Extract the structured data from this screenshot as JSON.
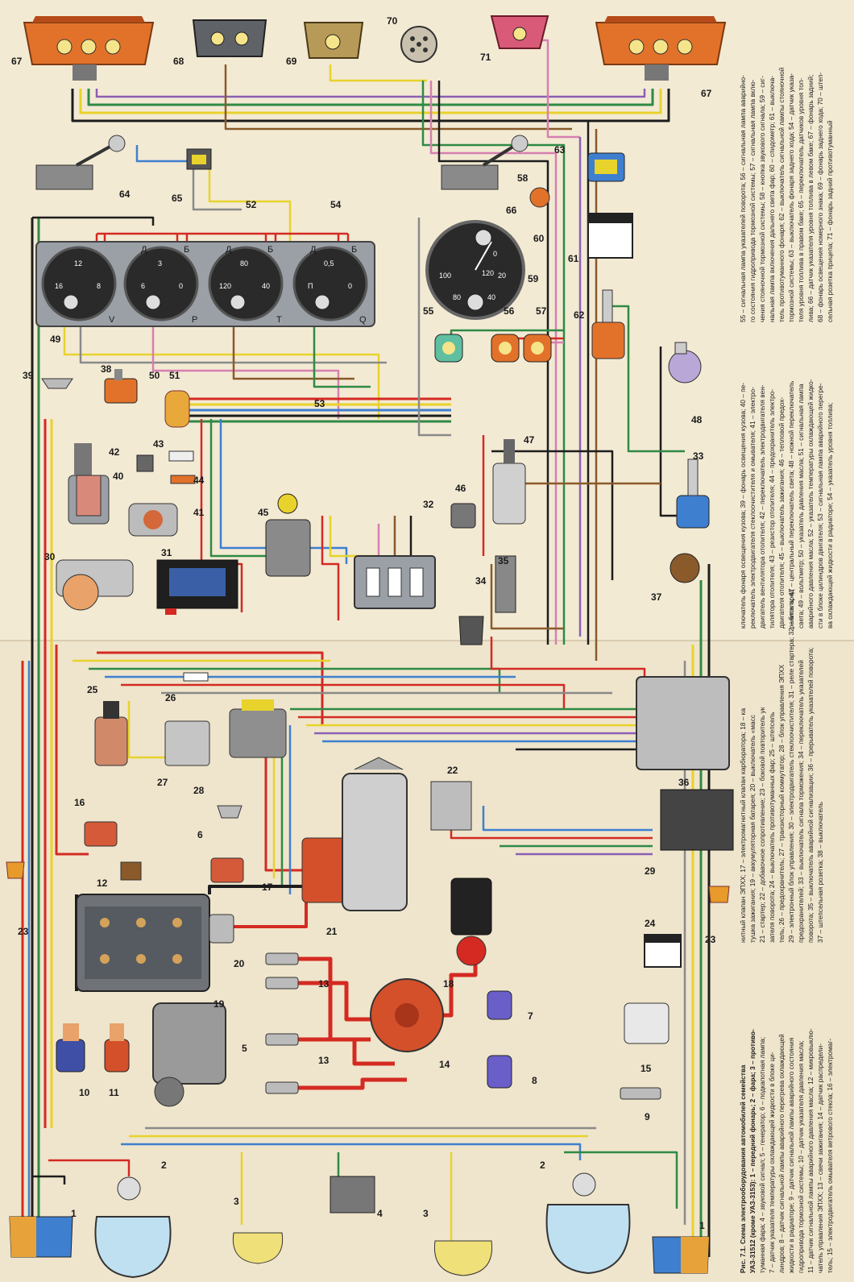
{
  "caption": {
    "line1": "Рис. 7.1. Схема электрооборудования автомобилей семейства",
    "line2": "УАЗ-31512 (кроме УАЗ-3153): 1 – передний фонарь; 2 – фара; 3 – противо-",
    "line3": "туманная фара; 4 – звуковой сигнал; 5 – генератор; 6 – подкапотная лампа;",
    "line4": "7 – датчик указателя температуры охлаждающей жидкости в блоке ци-",
    "line5": "линдров; 8 – датчик сигнальной лампы аварийного перегрева охлаждающей",
    "line6": "жидкости в радиаторе; 9 – датчик сигнальной лампы аварийного состояния",
    "line7": "гидропривода тормозной системы; 10 – датчик указателя давления масла;",
    "line8": "11 – датчик сигнальной лампы аварийного давления масла; 12 – микровыклю-",
    "line9": "чатель управления ЭПХХ; 13 – свечи зажигания; 14 – датчик распредели-",
    "line10": "тель; 15 – электродвигатель омывателя ветрового стекла; 16 – электромаг-",
    "right1": "нитный клапан ЭПХХ; 17 – электромагнитный клапан карбюратора; 18 – ка",
    "right2": "тушка зажигания; 19 – аккумуляторная батарея; 20 – выключатель «масс",
    "right3": "21 – стартер; 22 – добавочное сопротивление; 23 – боковой повторитель ук",
    "right4": "зателя поворота; 24 – выключатель противотуманных фар; 25 – штепсель",
    "right5": "тель; 26 – предохранитель; 27 – транзисторный коммутатор; 28 – блок управления ЭПХХ",
    "right6": "29 – электронный блок управления; 30 – электродвигатель стеклоочистителя; 31 – реле стартера; 32 – блок пред",
    "right7": "предохранителей; 33 – выключатель сигнала торможения; 34 – переключатель указателей",
    "right8": "поворота; 35 – выключатель аварийной сигнализации; 36 – прерыватель указателей поворота;",
    "right9": "37 – штепсельная розетка; 38 – выключатель",
    "top1": "55 – сигнальная лампа указателей поворота; 56 – сигнальная лампа аварийно-",
    "top2": "го состояния гидропривода тормозной системы; 57 – сигнальная лампа вклю-",
    "top3": "чения стояночной тормозной системы; 58 – кнопка звукового сигнала; 59 – сиг-",
    "top4": "нальная лампа включения дальнего света фар; 60 – спидометр; 61 – выключа-",
    "top5": "тель противотуманного фонаря; 62 – выключатель сигнальной лампы стояночной",
    "top6": "тормозной системы; 63 – выключатель фонаря заднего хода; 54 – датчик указа-",
    "top7": "теля уровня топлива в правом баке; 65 – переключатель датчиков уровня топ-",
    "top8": "лива; 66 – датчик указателя уровня топлива в левом баке; 67 – фонарь задний;",
    "top9": "68 – фонарь освещения номерного знака; 69 – фонарь заднего хода; 70 – штеп-",
    "top10": "сельная розетка прицепа; 71 – фонарь задний противотуманный",
    "mid1": "ключатель фонаря освещения кузова; 39 – фонарь освещения кузова; 40 – пе-",
    "mid2": "реключатель электродвигателя стеклоочистителя и омывателя; 41 – электро-",
    "mid3": "двигатель вентилятора отопителя; 42 – переключатель электродвигателя вен-",
    "mid4": "тилятора отопителя; 43 – резистор отопителя; 44 – предохранитель электро-",
    "mid5": "двигателя отопителя; 45 – выключатель зажигания; 46 – тепловой предох-",
    "mid6": "ранитель; 47 – центральный переключатель света; 48 – ножной переключатель",
    "mid7": "света; 49 – вольтметр; 50 – указатель давления масла; 51 – сигнальная лампа",
    "mid8": "аварийного давления масла; 52 – указатель температуры охлаждающей жидко-",
    "mid9": "сти в блоке цилиндров двигателя; 53 – сигнальная лампа аварийного перегре-",
    "mid10": "ва охлаждающей жидкости в радиаторе; 54 – указатель уровня топлива;"
  },
  "numbers": {
    "n1": "1",
    "n2": "2",
    "n3": "3",
    "n4": "4",
    "n5": "5",
    "n6": "6",
    "n7": "7",
    "n8": "8",
    "n9": "9",
    "n10": "10",
    "n11": "11",
    "n12": "12",
    "n13": "13",
    "n14": "14",
    "n15": "15",
    "n16": "16",
    "n17": "17",
    "n18": "18",
    "n19": "19",
    "n20": "20",
    "n21": "21",
    "n22": "22",
    "n23": "23",
    "n24": "24",
    "n25": "25",
    "n26": "26",
    "n27": "27",
    "n28": "28",
    "n29": "29",
    "n30": "30",
    "n31": "31",
    "n32": "32",
    "n33": "33",
    "n34": "34",
    "n35": "35",
    "n36": "36",
    "n37": "37",
    "n38": "38",
    "n39": "39",
    "n40": "40",
    "n41": "41",
    "n42": "42",
    "n43": "43",
    "n44": "44",
    "n45": "45",
    "n46": "46",
    "n47": "47",
    "n48": "48",
    "n49": "49",
    "n50": "50",
    "n51": "51",
    "n52": "52",
    "n53": "53",
    "n54": "54",
    "n55": "55",
    "n56": "56",
    "n57": "57",
    "n58": "58",
    "n59": "59",
    "n60": "60",
    "n61": "61",
    "n62": "62",
    "n63": "63",
    "n64": "64",
    "n65": "65",
    "n66": "66",
    "n67": "67",
    "n68": "68",
    "n69": "69",
    "n70": "70",
    "n71": "71"
  },
  "gauges": {
    "volt_letter": "V",
    "pressure_letter": "P",
    "temp_letter": "T",
    "fuel_letter": "Q",
    "volt_a": "16",
    "volt_b": "8",
    "volt_c": "12",
    "press_a": "6",
    "press_b": "0",
    "press_c": "3",
    "temp_a": "120",
    "temp_b": "40",
    "temp_c": "80",
    "fuel_a": "П",
    "fuel_b": "0",
    "fuel_c": "0,5",
    "term_d1": "Д",
    "term_b1": "Б",
    "term_d2": "Д",
    "term_b2": "Б",
    "term_d3": "Д",
    "term_b3": "Б",
    "speedo_120": "120",
    "speedo_100": "100",
    "speedo_80": "80",
    "speedo_40": "40",
    "speedo_20": "20",
    "speedo_0": "0"
  },
  "colors": {
    "red": "#d42a22",
    "yellow": "#e8d22c",
    "green": "#2f8a45",
    "blue": "#3f7fd0",
    "black": "#1d1d1d",
    "brown": "#8a5a2a",
    "pink": "#d77fb0",
    "grey": "#8a8a8a",
    "violet": "#8b5fb5",
    "white": "#ffffff",
    "orange": "#e8722a",
    "panel": "#9aa0a6"
  }
}
